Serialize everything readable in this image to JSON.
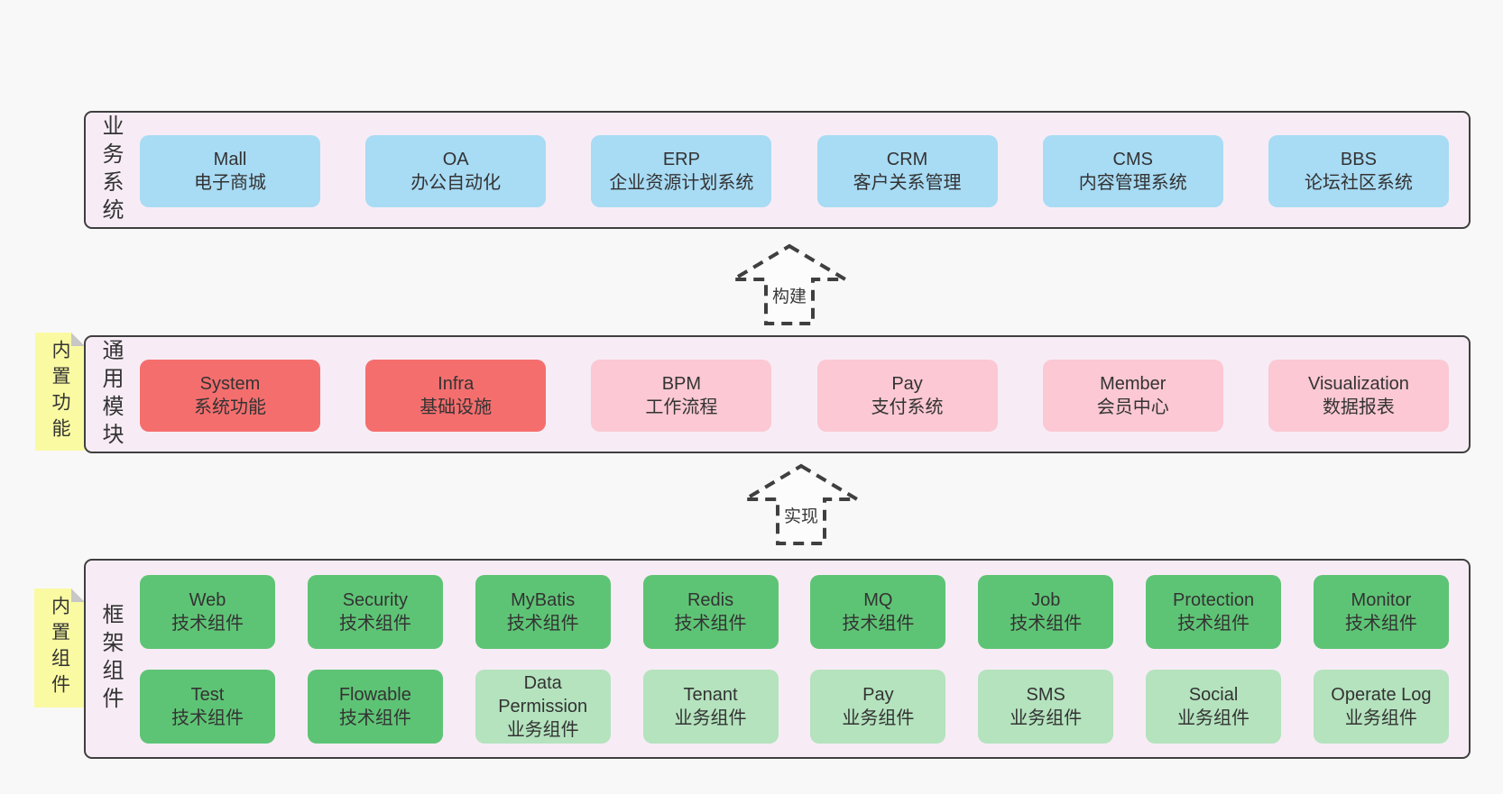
{
  "arrows": [
    {
      "label": "构建"
    },
    {
      "label": "实现"
    }
  ],
  "layers": [
    {
      "label": "业务系统",
      "boxes": [
        {
          "name": "Mall",
          "desc": "电子商城"
        },
        {
          "name": "OA",
          "desc": "办公自动化"
        },
        {
          "name": "ERP",
          "desc": "企业资源计划系统"
        },
        {
          "name": "CRM",
          "desc": "客户关系管理"
        },
        {
          "name": "CMS",
          "desc": "内容管理系统"
        },
        {
          "name": "BBS",
          "desc": "论坛社区系统"
        }
      ]
    },
    {
      "label": "通用模块",
      "note": "内置功能",
      "boxes": [
        {
          "name": "System",
          "desc": "系统功能",
          "variant": "red"
        },
        {
          "name": "Infra",
          "desc": "基础设施",
          "variant": "red"
        },
        {
          "name": "BPM",
          "desc": "工作流程",
          "variant": "pink"
        },
        {
          "name": "Pay",
          "desc": "支付系统",
          "variant": "pink"
        },
        {
          "name": "Member",
          "desc": "会员中心",
          "variant": "pink"
        },
        {
          "name": "Visualization",
          "desc": "数据报表",
          "variant": "pink"
        }
      ]
    },
    {
      "label": "框架组件",
      "note": "内置组件",
      "rows": [
        [
          {
            "name": "Web",
            "desc": "技术组件",
            "variant": "green"
          },
          {
            "name": "Security",
            "desc": "技术组件",
            "variant": "green"
          },
          {
            "name": "MyBatis",
            "desc": "技术组件",
            "variant": "green"
          },
          {
            "name": "Redis",
            "desc": "技术组件",
            "variant": "green"
          },
          {
            "name": "MQ",
            "desc": "技术组件",
            "variant": "green"
          },
          {
            "name": "Job",
            "desc": "技术组件",
            "variant": "green"
          },
          {
            "name": "Protection",
            "desc": "技术组件",
            "variant": "green"
          },
          {
            "name": "Monitor",
            "desc": "技术组件",
            "variant": "green"
          }
        ],
        [
          {
            "name": "Test",
            "desc": "技术组件",
            "variant": "green"
          },
          {
            "name": "Flowable",
            "desc": "技术组件",
            "variant": "green"
          },
          {
            "name": "Data Permission",
            "desc": "业务组件",
            "variant": "lightgreen"
          },
          {
            "name": "Tenant",
            "desc": "业务组件",
            "variant": "lightgreen"
          },
          {
            "name": "Pay",
            "desc": "业务组件",
            "variant": "lightgreen"
          },
          {
            "name": "SMS",
            "desc": "业务组件",
            "variant": "lightgreen"
          },
          {
            "name": "Social",
            "desc": "业务组件",
            "variant": "lightgreen"
          },
          {
            "name": "Operate Log",
            "desc": "业务组件",
            "variant": "lightgreen"
          }
        ]
      ]
    }
  ],
  "colors": {
    "box_blue": "#a8dbf4",
    "box_red": "#f56e6e",
    "box_pink": "#fbc8d3",
    "box_green": "#5ec475",
    "box_light_green": "#b4e3be",
    "note_yellow": "#fafaa2",
    "panel_background": "#f7ecf5",
    "panel_border": "#3f3f3f",
    "page_background": "#f8f8f8",
    "text": "#333333"
  }
}
